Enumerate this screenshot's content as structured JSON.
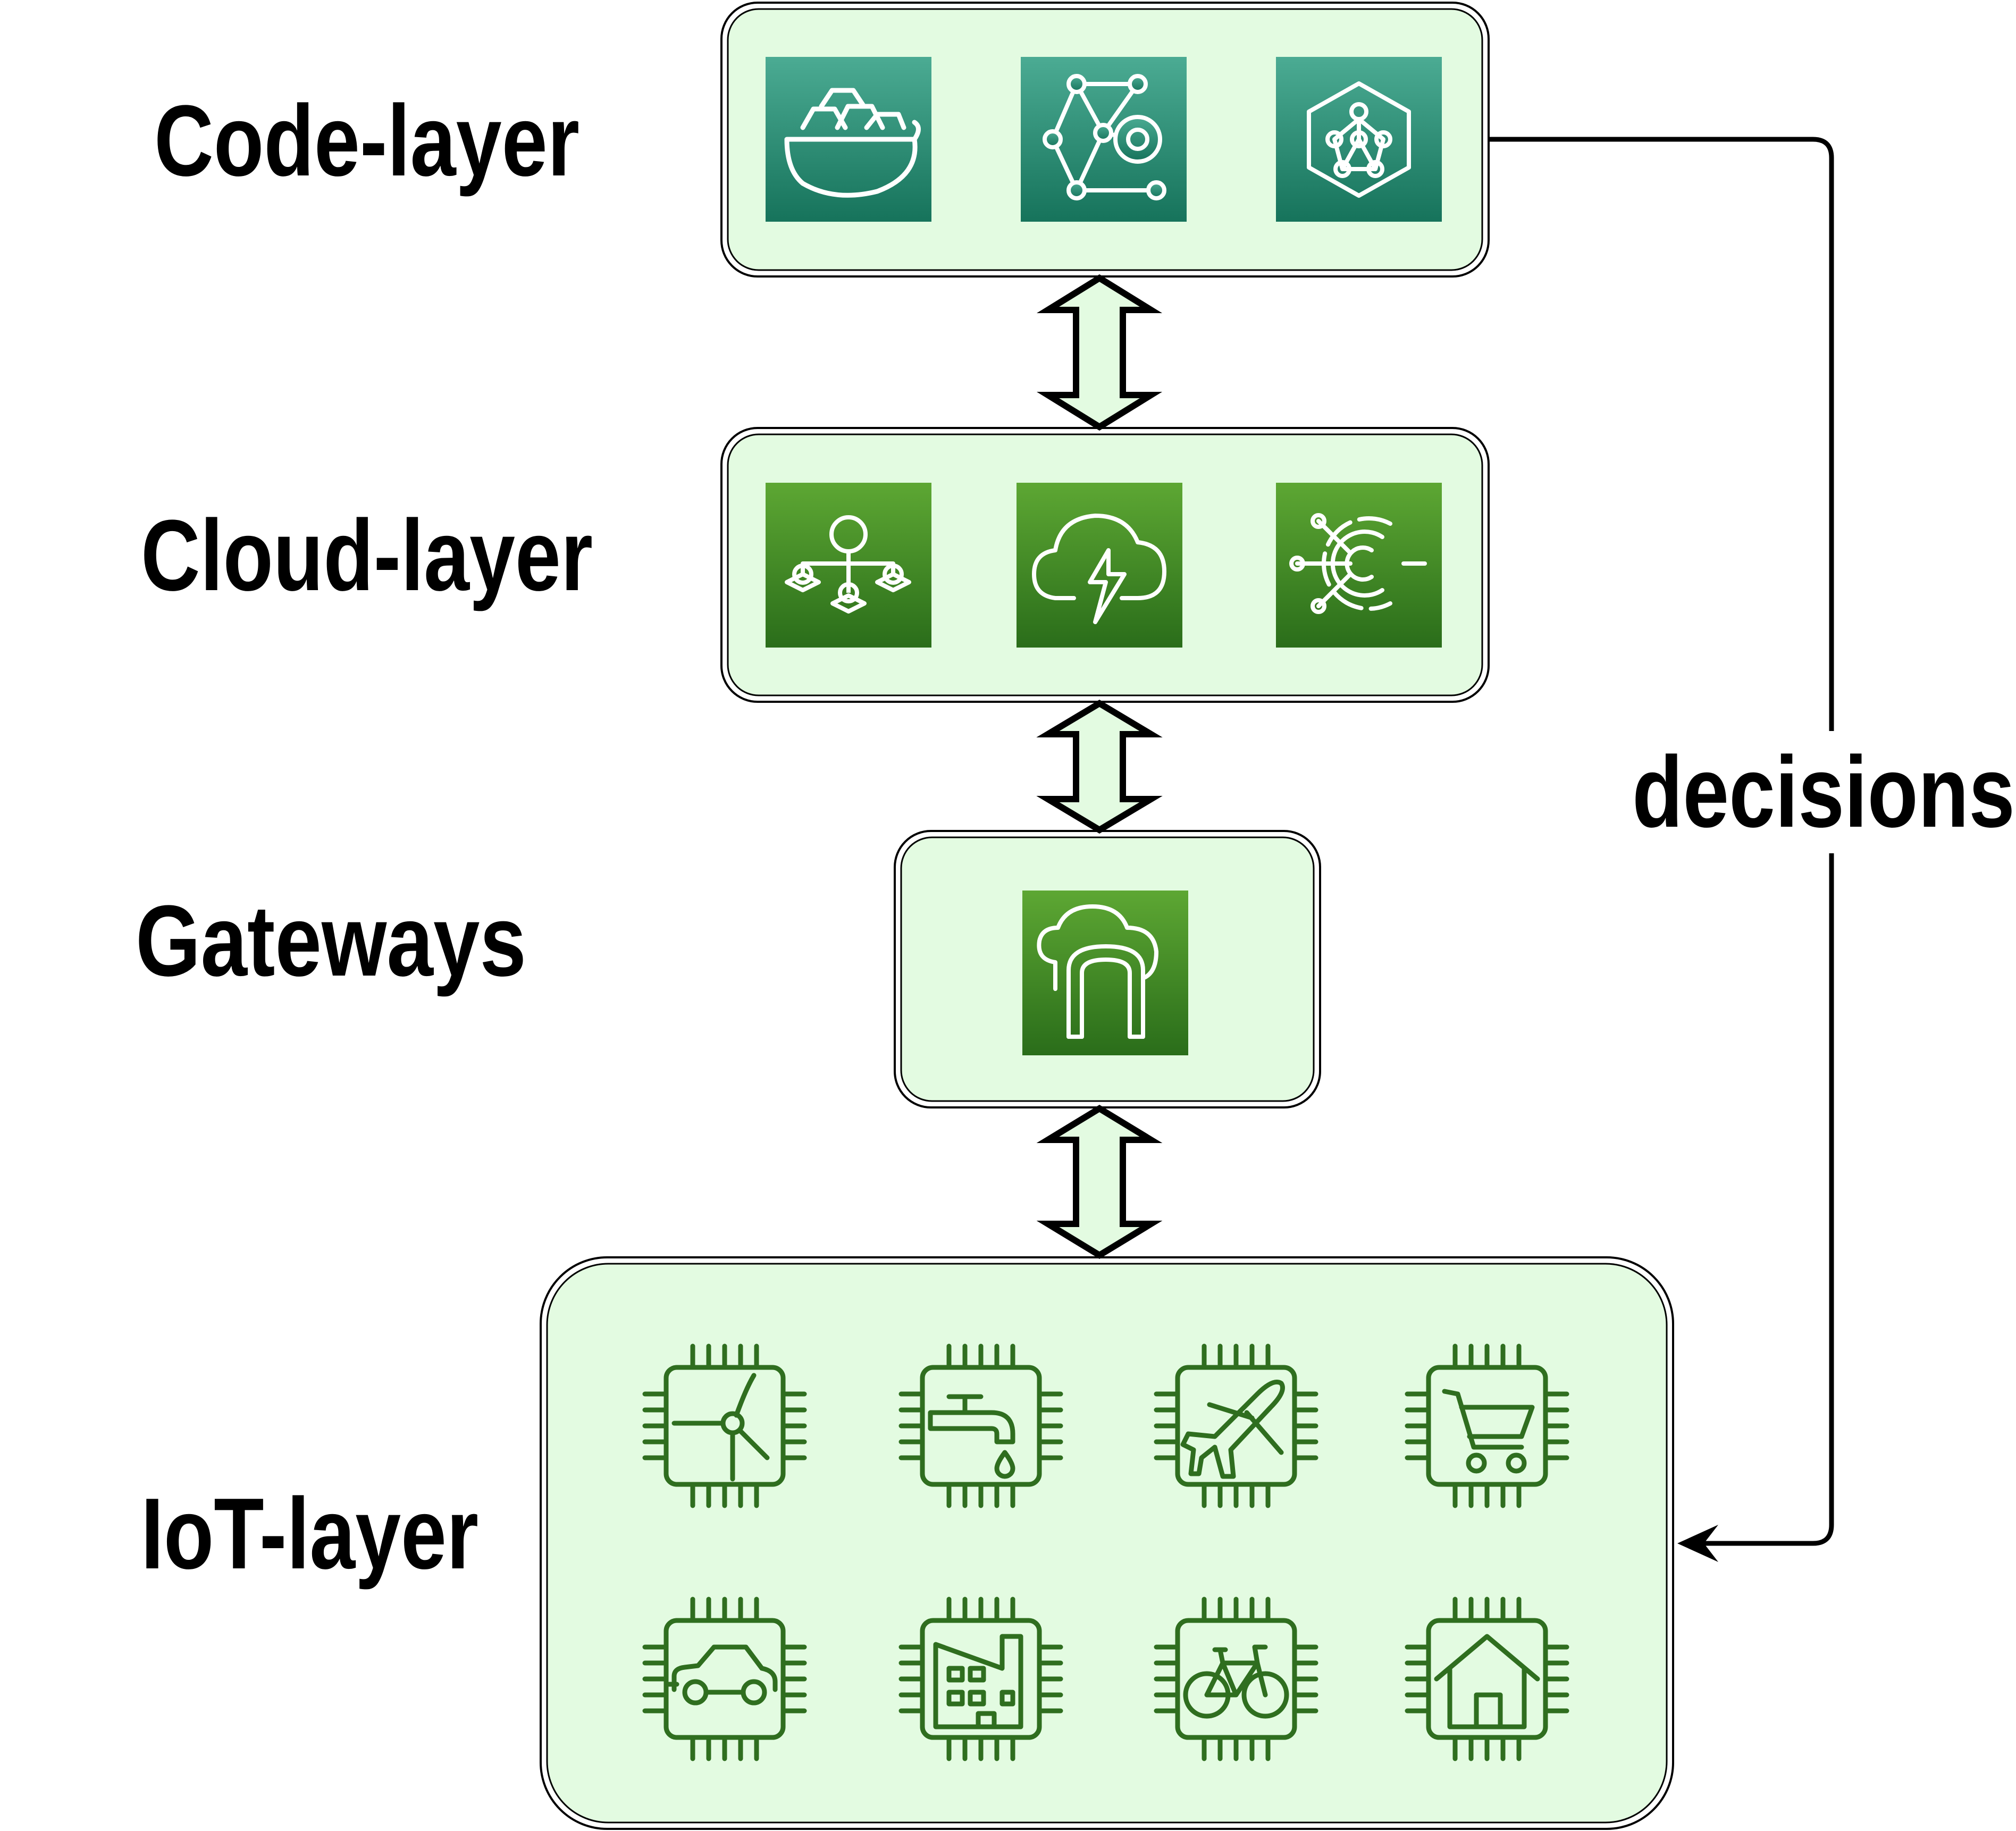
{
  "layers": {
    "code": "Code-layer",
    "cloud": "Cloud-layer",
    "gateways": "Gateways",
    "iot": "IoT-layer"
  },
  "edge_label": "decisions",
  "icons": {
    "code": [
      "docker-whale-icon",
      "neural-network-gear-icon",
      "hexagon-network-icon"
    ],
    "cloud": [
      "hierarchy-nodes-icon",
      "cloud-lightning-icon",
      "circuit-target-icon"
    ],
    "gateways": [
      "cloud-gateway-icon"
    ],
    "iot": [
      "wind-turbine-icon",
      "water-tap-icon",
      "airplane-icon",
      "shopping-cart-icon",
      "car-icon",
      "factory-icon",
      "bicycle-icon",
      "house-icon"
    ]
  },
  "colors": {
    "box_fill": "#e3fbe1",
    "teal_top": "#4bab93",
    "teal_bottom": "#16735b",
    "green_top": "#5da733",
    "green_bottom": "#2a6d1a",
    "chip": "#2f6e1f",
    "arrow_fill": "#e3fbe1"
  }
}
